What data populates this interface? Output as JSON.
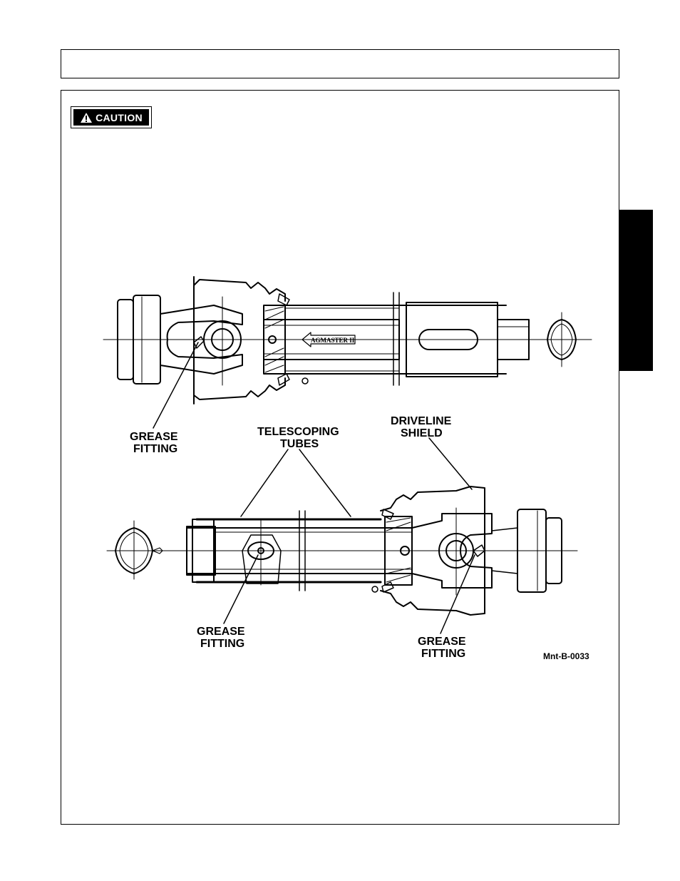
{
  "caution": {
    "label": "CAUTION"
  },
  "diagram": {
    "brand_text": "AGMASTER II",
    "labels": {
      "grease_fitting_top_l1": "GREASE",
      "grease_fitting_top_l2": "FITTING",
      "telescoping_l1": "TELESCOPING",
      "telescoping_l2": "TUBES",
      "driveline_l1": "DRIVELINE",
      "driveline_l2": "SHIELD",
      "grease_fitting_bl_l1": "GREASE",
      "grease_fitting_bl_l2": "FITTING",
      "grease_fitting_br_l1": "GREASE",
      "grease_fitting_br_l2": "FITTING"
    },
    "figure_code": "Mnt-B-0033"
  },
  "icons": {
    "warning": "warning-triangle-icon"
  }
}
